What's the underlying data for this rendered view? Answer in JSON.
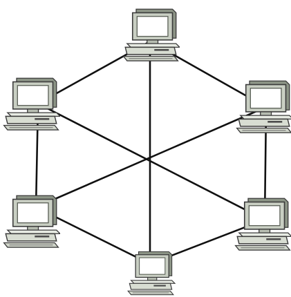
{
  "diagram": {
    "topology": "mesh-ring",
    "node_icon": "desktop-computer-icon",
    "nodes": [
      {
        "id": "pc-top"
      },
      {
        "id": "pc-upper-left"
      },
      {
        "id": "pc-upper-right"
      },
      {
        "id": "pc-lower-left"
      },
      {
        "id": "pc-lower-right"
      },
      {
        "id": "pc-bottom"
      }
    ],
    "links": [
      [
        "pc-top",
        "pc-upper-left"
      ],
      [
        "pc-top",
        "pc-upper-right"
      ],
      [
        "pc-upper-left",
        "pc-lower-left"
      ],
      [
        "pc-upper-right",
        "pc-lower-right"
      ],
      [
        "pc-lower-left",
        "pc-bottom"
      ],
      [
        "pc-lower-right",
        "pc-bottom"
      ],
      [
        "pc-top",
        "pc-bottom"
      ],
      [
        "pc-upper-left",
        "pc-lower-right"
      ],
      [
        "pc-upper-right",
        "pc-lower-left"
      ]
    ],
    "colors": {
      "line": "#111111",
      "monitor_frame": "#c9cfc3",
      "monitor_frame_shadow": "#8c9486",
      "screen": "#ffffff",
      "chassis": "#d8ddd2",
      "outline": "#3a3a3a"
    }
  }
}
